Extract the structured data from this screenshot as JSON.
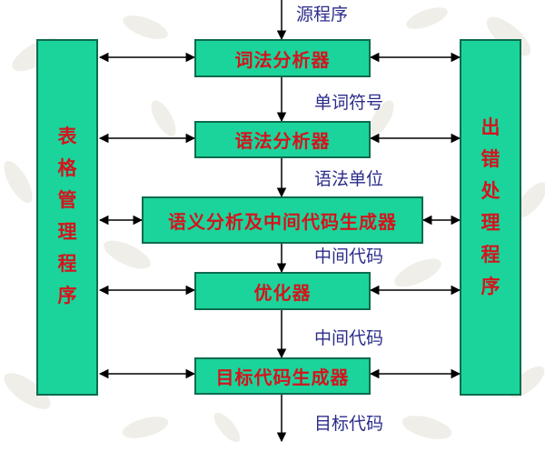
{
  "input_label": "源程序",
  "output_label": "目标代码",
  "stages": [
    {
      "name": "词法分析器",
      "output": "单词符号"
    },
    {
      "name": "语法分析器",
      "output": "语法单位"
    },
    {
      "name": "语义分析及中间代码生成器",
      "output": "中间代码"
    },
    {
      "name": "优化器",
      "output": "中间代码"
    },
    {
      "name": "目标代码生成器",
      "output": "目标代码"
    }
  ],
  "left_panel": "表格管理程序",
  "right_panel": "出错处理程序",
  "colors": {
    "box_fill": "#1bd49c",
    "box_text": "#d4141c",
    "label_text": "#2c2c8c",
    "arrow": "#000000"
  }
}
